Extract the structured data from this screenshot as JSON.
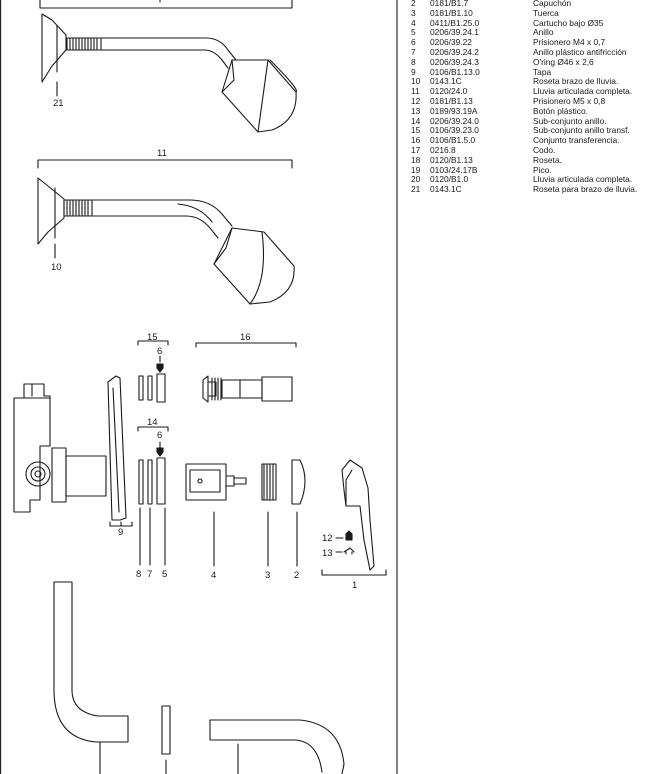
{
  "parts_list": {
    "rows": [
      {
        "num": "2",
        "code": "0181/B1.7",
        "desc": "Capuchón"
      },
      {
        "num": "3",
        "code": "0181/B1.10",
        "desc": "Tuerca"
      },
      {
        "num": "4",
        "code": "0411/B1.25.0",
        "desc": "Cartucho bajo Ø35"
      },
      {
        "num": "5",
        "code": "0206/39.24.1",
        "desc": "Anillo"
      },
      {
        "num": "6",
        "code": "0206/39.22",
        "desc": "Prisionero M4 x 0,7"
      },
      {
        "num": "7",
        "code": "0206/39.24.2",
        "desc": "Anillo plástico antifricción"
      },
      {
        "num": "8",
        "code": "0206/39.24.3",
        "desc": "O'ring Ø46 x 2,6"
      },
      {
        "num": "9",
        "code": "0106/B1.13.0",
        "desc": "Tapa"
      },
      {
        "num": "10",
        "code": "0143.1C",
        "desc": "Roseta brazo de lluvia."
      },
      {
        "num": "11",
        "code": "0120/24.0",
        "desc": "Lluvia articulada completa."
      },
      {
        "num": "12",
        "code": "0181/B1.13",
        "desc": "Prisionero M5 x 0,8"
      },
      {
        "num": "13",
        "code": "0189/93.19A",
        "desc": "Botón plástico."
      },
      {
        "num": "14",
        "code": "0206/39.24.0",
        "desc": "Sub-conjunto anillo."
      },
      {
        "num": "15",
        "code": "0106/39.23.0",
        "desc": "Sub-conjunto anillo transf."
      },
      {
        "num": "16",
        "code": "0106/B1.5.0",
        "desc": "Conjunto transferencia."
      },
      {
        "num": "17",
        "code": "0216.8",
        "desc": "Codo."
      },
      {
        "num": "18",
        "code": "0120/B1.13",
        "desc": "Roseta."
      },
      {
        "num": "19",
        "code": "0103/24.17B",
        "desc": "Pico."
      },
      {
        "num": "20",
        "code": "0120/B1.0",
        "desc": "Lluvia articulada completa."
      },
      {
        "num": "21",
        "code": "0143.1C",
        "desc": "Roseta para brazo de lluvia."
      }
    ]
  },
  "callouts": {
    "c21": "21",
    "c11": "11",
    "c10": "10",
    "c15": "15",
    "c16": "16",
    "c6a": "6",
    "c14": "14",
    "c6b": "6",
    "c9": "9",
    "c8": "8",
    "c7": "7",
    "c5": "5",
    "c4": "4",
    "c3": "3",
    "c2": "2",
    "c1": "1",
    "c12": "12",
    "c13": "13"
  }
}
